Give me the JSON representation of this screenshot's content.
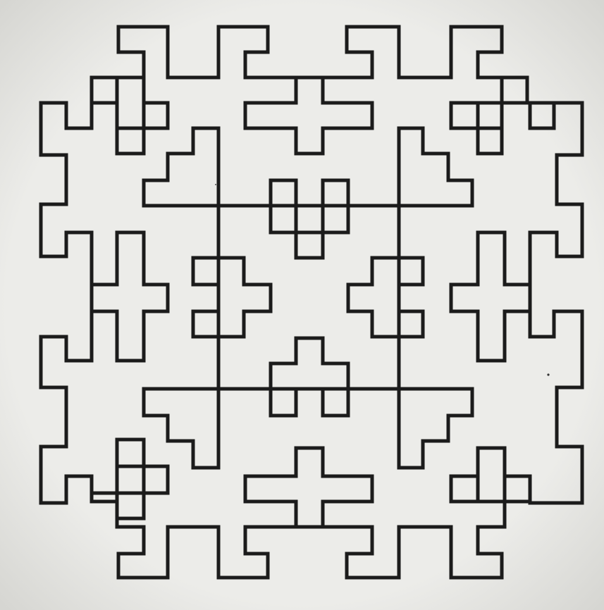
{
  "figure": {
    "description_text": "",
    "colors": {
      "paper": "#e9e9e7",
      "ink": "#1b1b1b",
      "vignette": "#d9d9d6"
    },
    "motifs": [
      "corner-lattice-ne",
      "corner-lattice-nw",
      "corner-lattice-se",
      "corner-lattice-sw",
      "cross-top",
      "cross-bottom",
      "cross-left",
      "cross-right",
      "center-cross-upper",
      "center-cross-lower",
      "center-cross-left",
      "center-cross-right",
      "stepped-triangle-tl",
      "stepped-triangle-tr",
      "stepped-triangle-bl",
      "stepped-triangle-br"
    ]
  }
}
